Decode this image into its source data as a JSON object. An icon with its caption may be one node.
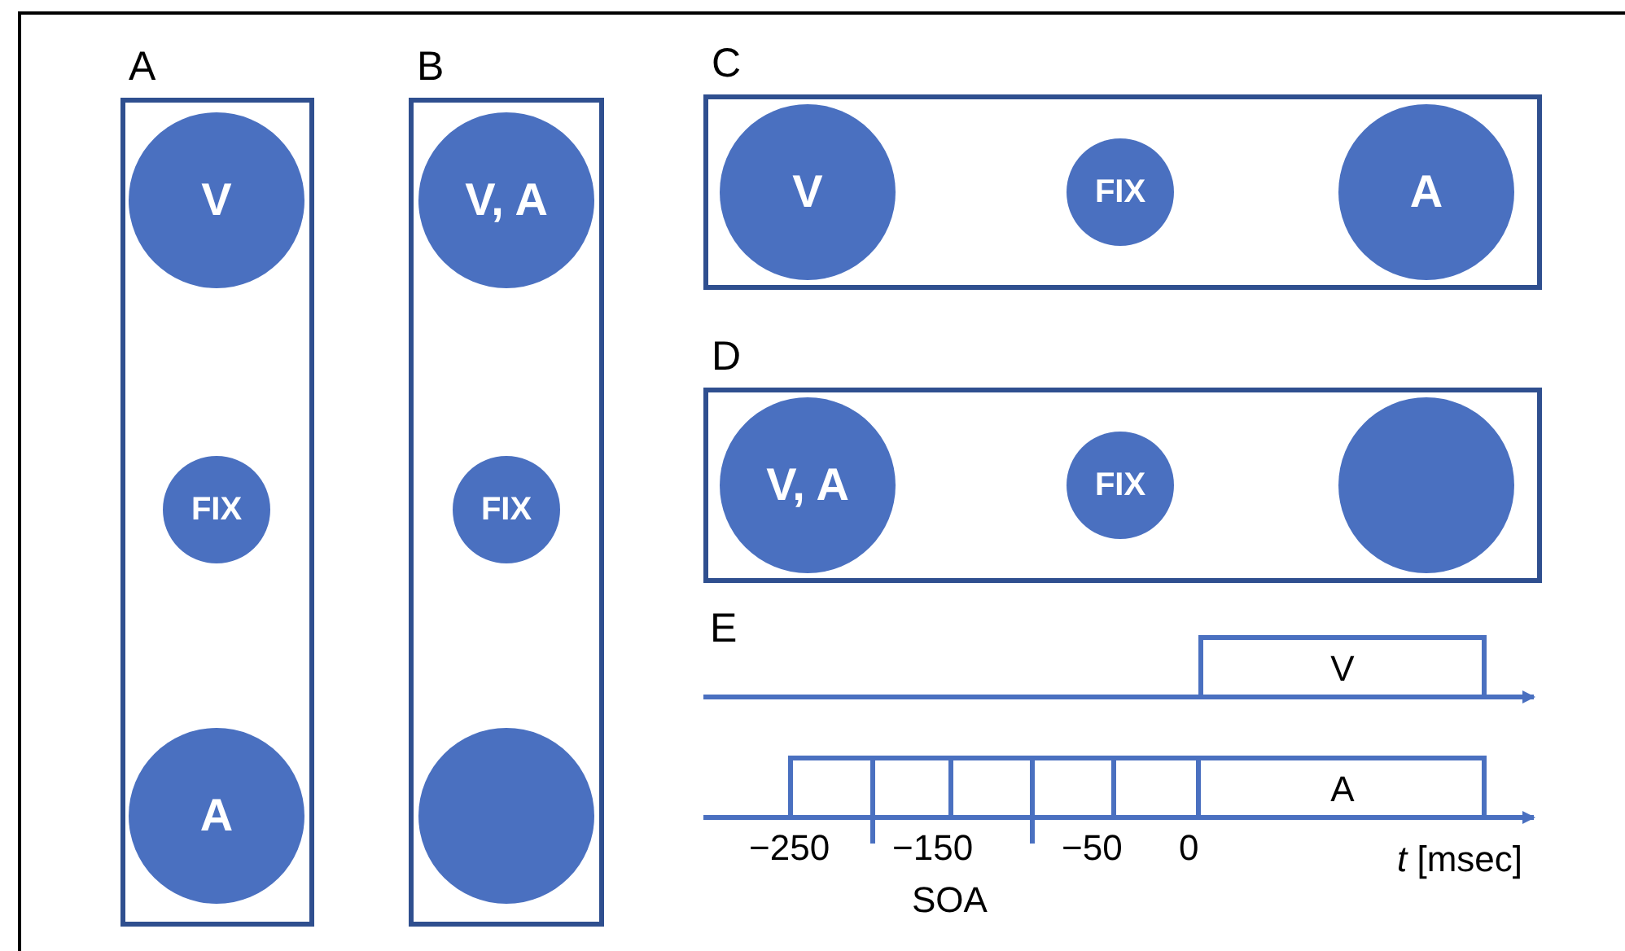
{
  "diagram": {
    "nodes": [
      {
        "text": [
          "A"
        ]
      },
      {
        "text": [
          "V"
        ],
        "in": 0
      },
      {
        "text": [
          "FIX"
        ],
        "in": 0
      },
      {
        "text": [
          "A"
        ],
        "in": 0
      },
      {
        "text": [
          "B"
        ]
      },
      {
        "text": [
          "V, A"
        ],
        "in": 4
      },
      {
        "text": [
          "FIX"
        ],
        "in": 4
      },
      {
        "text": [],
        "shape": "circle",
        "in": 4
      },
      {
        "text": [
          "C"
        ]
      },
      {
        "text": [
          "V"
        ],
        "in": 8
      },
      {
        "text": [
          "FIX"
        ],
        "in": 8
      },
      {
        "text": [
          "A"
        ],
        "in": 8
      },
      {
        "text": [
          "D"
        ]
      },
      {
        "text": [
          "V, A"
        ],
        "in": 12
      },
      {
        "text": [
          "FIX"
        ],
        "in": 12
      },
      {
        "text": [],
        "shape": "circle",
        "in": 12
      },
      {
        "text": [
          "V"
        ]
      },
      {
        "text": [
          "A"
        ]
      }
    ],
    "edges": [],
    "labels": [
      "E",
      "−250",
      "−150",
      "−50",
      "0",
      "*t* [msec]",
      "SOA"
    ]
  }
}
